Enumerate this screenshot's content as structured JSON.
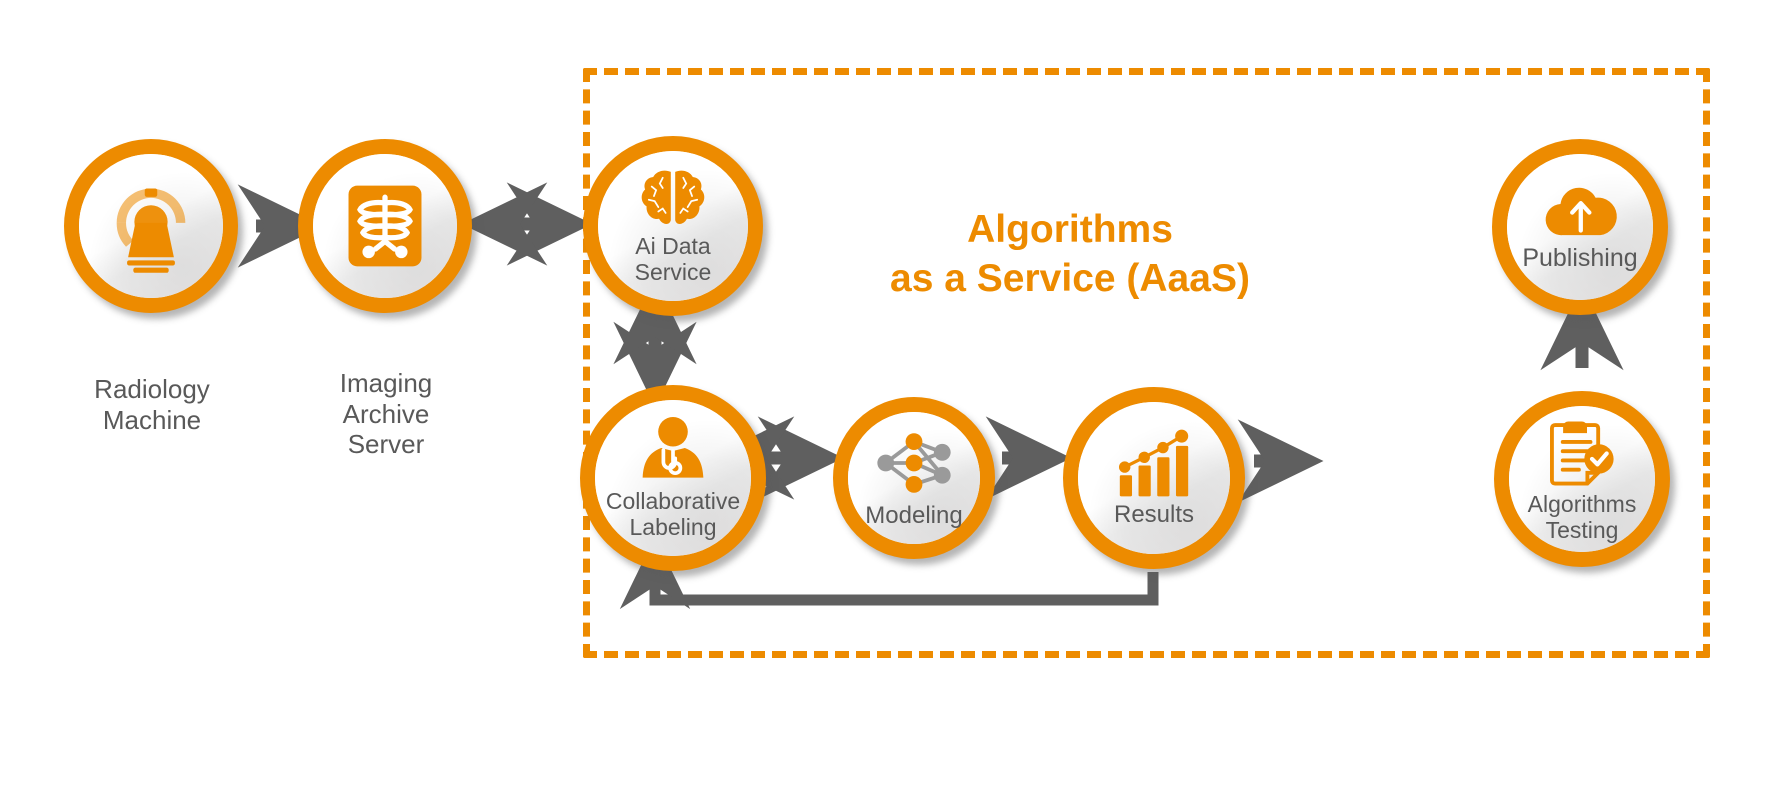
{
  "diagram": {
    "title": "Algorithms as a Service (AaaS) radiology AI workflow",
    "background_color": "#ffffff",
    "accent_color": "#ED8B00",
    "arrow_color": "#5F5F5F",
    "text_color": "#595959"
  },
  "aaas_panel": {
    "title": "Algorithms\nas a Service (AaaS)",
    "title_line1": "Algorithms",
    "title_line2": "as a Service (AaaS)",
    "border_style": "dashed",
    "border_color": "#ED8B00"
  },
  "nodes": [
    {
      "id": "radiology-machine",
      "label": "Radiology\nMachine",
      "label_position": "below",
      "icon": "ct-scanner-icon",
      "inside_panel": false
    },
    {
      "id": "imaging-archive-server",
      "label": "Imaging\nArchive\nServer",
      "label_position": "below",
      "icon": "xray-chest-icon",
      "inside_panel": false
    },
    {
      "id": "ai-data-service",
      "label": "Ai Data\nService",
      "label_position": "inside",
      "icon": "brain-icon",
      "inside_panel": true
    },
    {
      "id": "collaborative-labeling",
      "label": "Collaborative\nLabeling",
      "label_position": "inside",
      "icon": "doctor-icon",
      "inside_panel": true
    },
    {
      "id": "modeling",
      "label": "Modeling",
      "label_position": "inside",
      "icon": "neural-network-icon",
      "inside_panel": true
    },
    {
      "id": "results",
      "label": "Results",
      "label_position": "inside",
      "icon": "bar-chart-trend-icon",
      "inside_panel": true
    },
    {
      "id": "algorithms-testing",
      "label": "Algorithms\nTesting",
      "label_position": "inside",
      "icon": "clipboard-check-icon",
      "inside_panel": true
    },
    {
      "id": "publishing",
      "label": "Publishing",
      "label_position": "inside",
      "icon": "cloud-upload-icon",
      "inside_panel": true
    }
  ],
  "connectors": [
    {
      "id": "radiology-to-archive",
      "from": "radiology-machine",
      "to": "imaging-archive-server",
      "type": "single-arrow",
      "direction": "right"
    },
    {
      "id": "archive-to-aidata",
      "from": "imaging-archive-server",
      "to": "ai-data-service",
      "type": "double-arrow",
      "direction": "horizontal"
    },
    {
      "id": "aidata-to-collab",
      "from": "ai-data-service",
      "to": "collaborative-labeling",
      "type": "double-arrow",
      "direction": "vertical"
    },
    {
      "id": "collab-to-modeling",
      "from": "collaborative-labeling",
      "to": "modeling",
      "type": "double-arrow",
      "direction": "horizontal"
    },
    {
      "id": "modeling-to-results",
      "from": "modeling",
      "to": "results",
      "type": "single-arrow",
      "direction": "right"
    },
    {
      "id": "results-to-testing",
      "from": "results",
      "to": "algorithms-testing",
      "type": "single-arrow",
      "direction": "right"
    },
    {
      "id": "testing-to-publishing",
      "from": "algorithms-testing",
      "to": "publishing",
      "type": "single-arrow",
      "direction": "up"
    },
    {
      "id": "results-feedback-to-collab",
      "from": "results",
      "to": "collaborative-labeling",
      "type": "single-arrow-elbow",
      "direction": "feedback-loop"
    }
  ],
  "labels": {
    "radiology_machine": "Radiology\nMachine",
    "imaging_archive_server": "Imaging\nArchive\nServer",
    "ai_data_service": "Ai Data\nService",
    "collaborative_labeling": "Collaborative\nLabeling",
    "modeling": "Modeling",
    "results": "Results",
    "algorithms_testing": "Algorithms\nTesting",
    "publishing": "Publishing"
  }
}
